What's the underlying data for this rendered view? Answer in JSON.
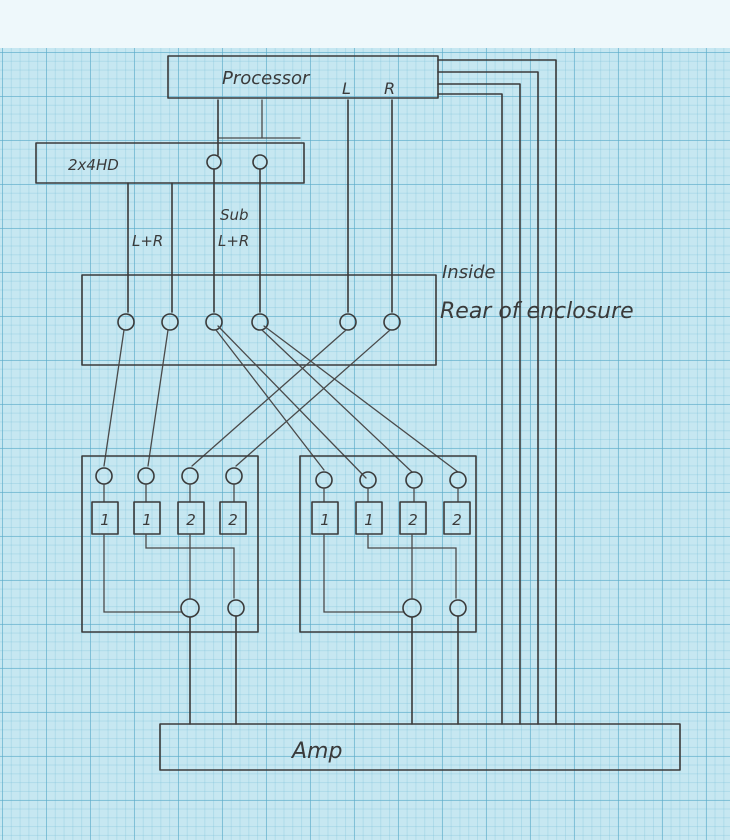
{
  "labels": {
    "processor": "Processor",
    "processor_left": "L",
    "processor_right": "R",
    "crossover": "2x4HD",
    "crossover_output": "L+R",
    "sub_line1": "Sub",
    "sub_line2": "L+R",
    "inside": "Inside",
    "rear_of_enclosure": "Rear of enclosure",
    "amp": "Amp"
  },
  "left_driver_panel": {
    "driver_labels": [
      "1",
      "1",
      "2",
      "2"
    ]
  },
  "right_driver_panel": {
    "driver_labels": [
      "1",
      "1",
      "2",
      "2"
    ]
  }
}
